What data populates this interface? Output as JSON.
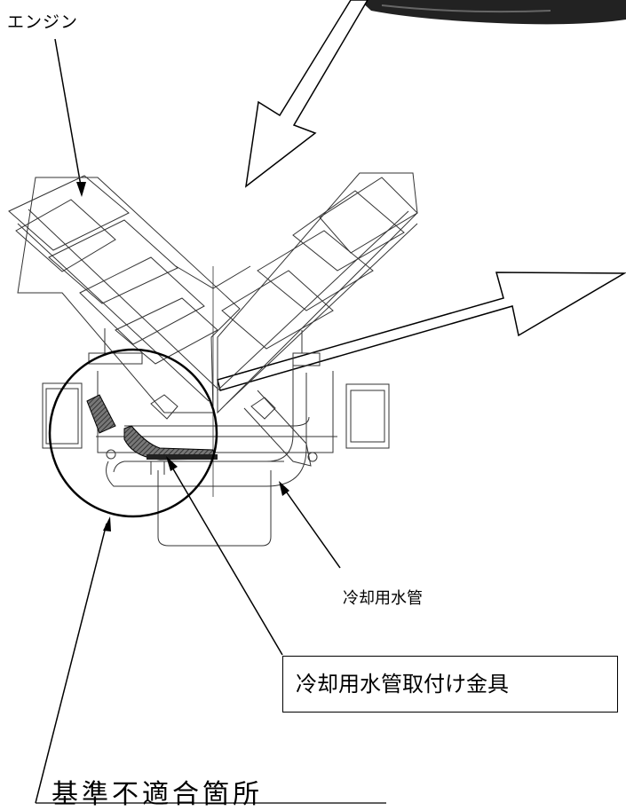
{
  "labels": {
    "engine": "エンジン",
    "cooling_pipe": "冷却用水管",
    "cooling_pipe_bracket": "冷却用水管取付け金具",
    "nonconforming_location": "基準不適合箇所"
  },
  "colors": {
    "line": "#000000",
    "hatch": "#333333",
    "photo_dark": "#222222"
  }
}
